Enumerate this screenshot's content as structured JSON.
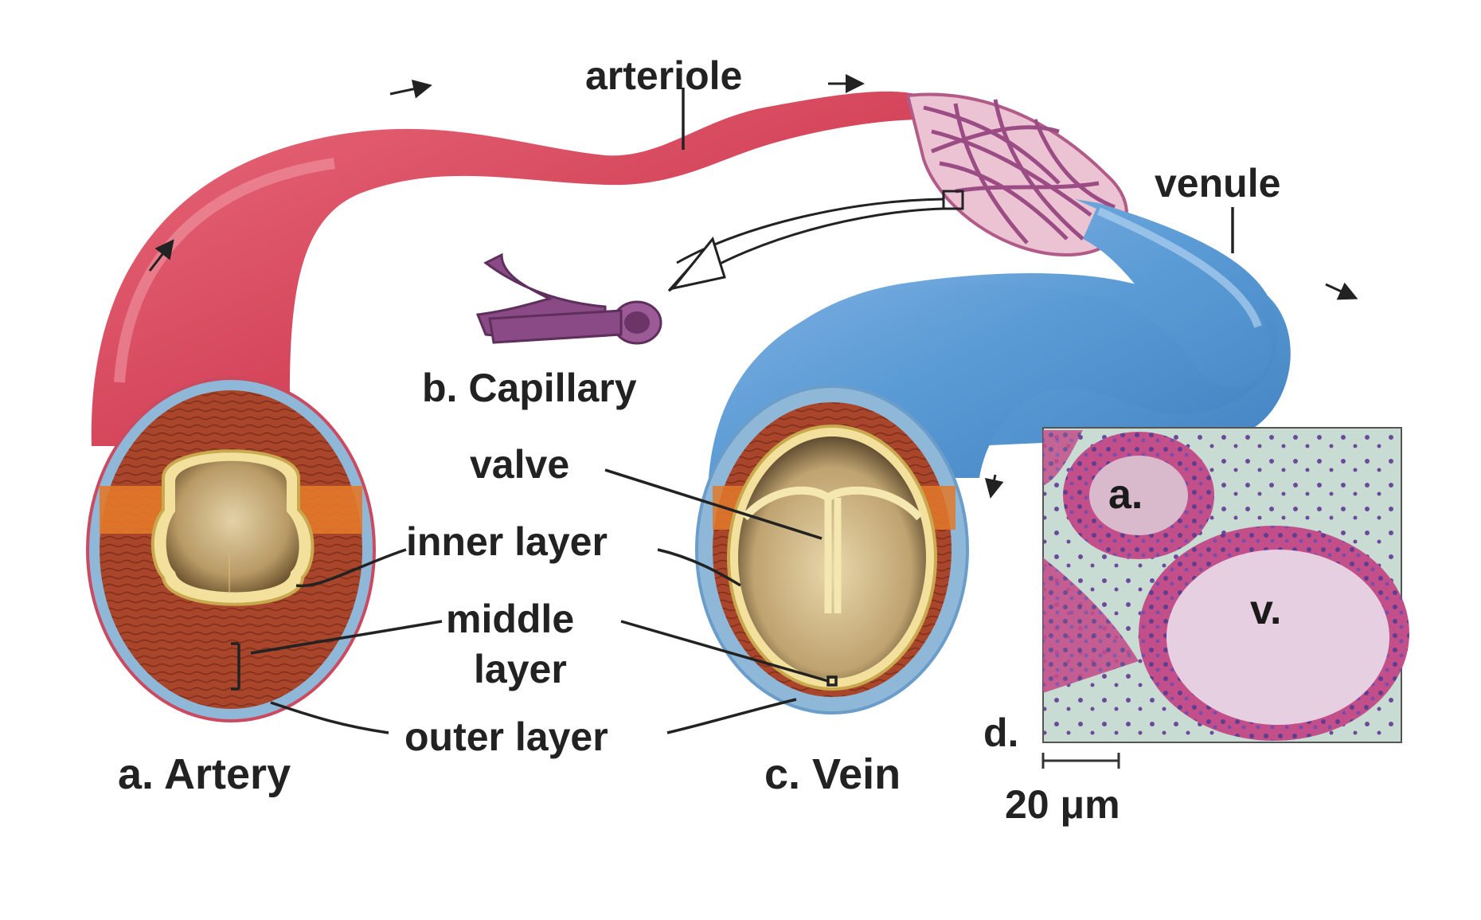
{
  "labels": {
    "arteriole": "arteriole",
    "venule": "venule",
    "capillary": "b. Capillary",
    "valve": "valve",
    "inner_layer": "inner layer",
    "middle_layer_1": "middle",
    "middle_layer_2": "layer",
    "outer_layer": "outer layer",
    "artery": "a. Artery",
    "vein": "c. Vein",
    "micrograph_panel": "d.",
    "micrograph_artery": "a.",
    "micrograph_vein": "v.",
    "scale_bar": "20 μm"
  },
  "colors": {
    "artery": "#d6475c",
    "vein": "#5b9bd5",
    "capillary": "#8a4a85",
    "muscle": "#a8452a",
    "inner_lining": "#f0d890",
    "lumen": "#c2a878",
    "micrograph_bg": "#c9dcd4",
    "tissue": "#c34f8a"
  }
}
